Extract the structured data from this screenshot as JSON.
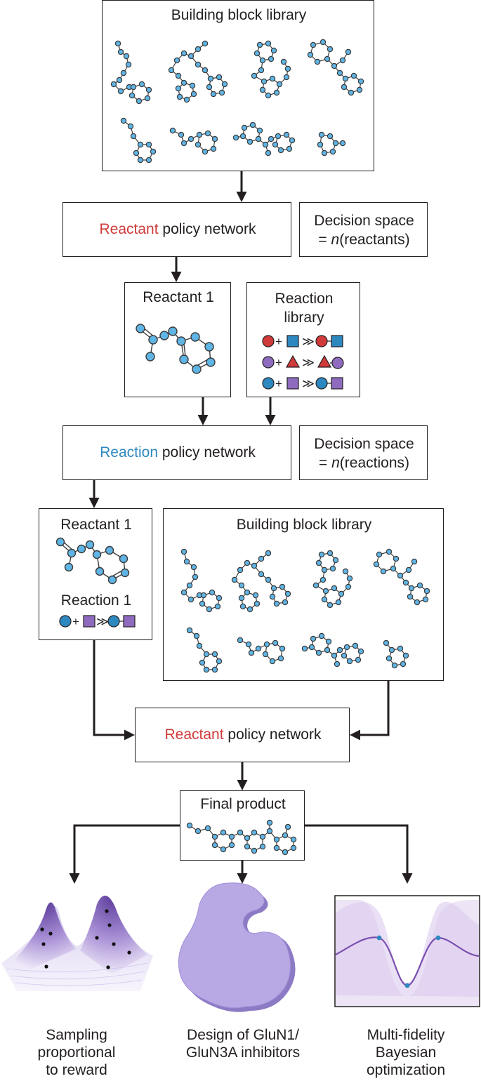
{
  "building_block_library_top": {
    "title": "Building block library"
  },
  "reactant_policy_1": {
    "highlight": "Reactant",
    "rest": " policy network"
  },
  "decision_space_1": {
    "line1": "Decision space",
    "prefix": "= ",
    "n": "n",
    "suffix": "(reactants)"
  },
  "reactant_1_box": {
    "title": "Reactant 1"
  },
  "reaction_library": {
    "line1": "Reaction",
    "line2": "library",
    "plus": "+",
    "yields": "≫"
  },
  "reaction_policy": {
    "highlight": "Reaction",
    "rest": " policy network"
  },
  "decision_space_2": {
    "line1": "Decision space",
    "prefix": "= ",
    "n": "n",
    "suffix": "(reactions)"
  },
  "state_box": {
    "reactant": "Reactant 1",
    "reaction": "Reaction 1",
    "plus": "+",
    "yields": "≫"
  },
  "building_block_library_mid": {
    "title": "Building block library"
  },
  "reactant_policy_2": {
    "highlight": "Reactant",
    "rest": " policy network"
  },
  "final_product": {
    "title": "Final product"
  },
  "outputs": [
    {
      "line1": "Sampling",
      "line2": "proportional",
      "line3": "to reward"
    },
    {
      "line1": "Design of GluN1/",
      "line2": "GluN3A inhibitors"
    },
    {
      "line1": "Multi-fidelity",
      "line2": "Bayesian",
      "line3": "optimization"
    }
  ],
  "colors": {
    "molecule": "#5fb5e5",
    "red": "#d03a3a",
    "blue": "#2e88c0",
    "purple": "#8e6bbf",
    "line": "#231f20"
  }
}
